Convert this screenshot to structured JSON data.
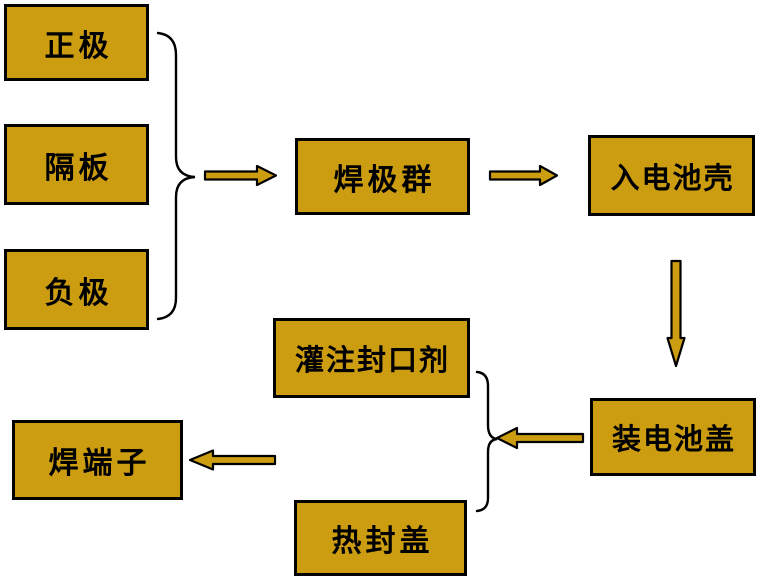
{
  "diagram": {
    "type": "flowchart",
    "colors": {
      "node_fill": "#CC9C11",
      "node_border": "#000000",
      "arrow_fill": "#CC9C11",
      "arrow_outline": "#000000",
      "text": "#000000",
      "background": "#FFFFFF"
    },
    "nodes": [
      {
        "id": "positive-plate",
        "label": "正极"
      },
      {
        "id": "separator-plate",
        "label": "隔板"
      },
      {
        "id": "negative-plate",
        "label": "负极"
      },
      {
        "id": "weld-plate-group",
        "label": "焊极群"
      },
      {
        "id": "insert-battery-case",
        "label": "入电池壳"
      },
      {
        "id": "pour-sealing-agent",
        "label": "灌注封口剂"
      },
      {
        "id": "heat-seal-cover",
        "label": "热封盖"
      },
      {
        "id": "install-battery-cover",
        "label": "装电池盖"
      },
      {
        "id": "weld-terminals",
        "label": "焊端子"
      }
    ],
    "edges": [
      {
        "from": "正极 + 隔板 + 负极 (brace group)",
        "to": "焊极群",
        "style": "block-arrow-right"
      },
      {
        "from": "焊极群",
        "to": "入电池壳",
        "style": "block-arrow-right"
      },
      {
        "from": "入电池壳",
        "to": "装电池盖",
        "style": "block-arrow-down"
      },
      {
        "from": "装电池盖",
        "to": "灌注封口剂 + 热封盖 (brace group)",
        "style": "block-arrow-left"
      },
      {
        "from": "灌注封口剂 + 热封盖",
        "to": "焊端子",
        "style": "block-arrow-left"
      }
    ]
  }
}
